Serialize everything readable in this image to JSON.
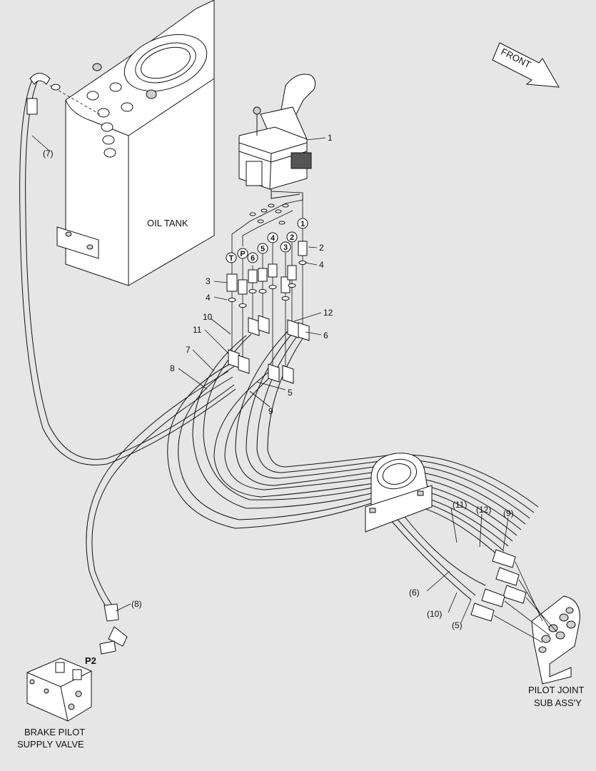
{
  "labels": {
    "front": "FRONT",
    "oil_tank": "OIL TANK",
    "pilot_joint_line1": "PILOT JOINT",
    "pilot_joint_line2": "SUB ASS'Y",
    "brake_valve_line1": "BRAKE PILOT",
    "brake_valve_line2": "SUPPLY VALVE",
    "p2": "P2"
  },
  "ports": [
    "T",
    "P",
    "6",
    "5",
    "4",
    "3",
    "2",
    "1"
  ],
  "callouts": {
    "c1": "1",
    "c2": "2",
    "c3": "3",
    "c4a": "4",
    "c4b": "4",
    "c5": "5",
    "c6": "6",
    "c7": "7",
    "c8": "8",
    "c9": "9",
    "c10": "10",
    "c11": "11",
    "c12": "12",
    "h7": "(7)",
    "h8": "(8)",
    "h5": "(5)",
    "h6": "(6)",
    "h9": "(9)",
    "h10": "(10)",
    "h11": "(11)",
    "h12": "(12)"
  },
  "colors": {
    "background": "#e6e6e6",
    "line": "#111111",
    "part_fill": "#ffffff"
  }
}
